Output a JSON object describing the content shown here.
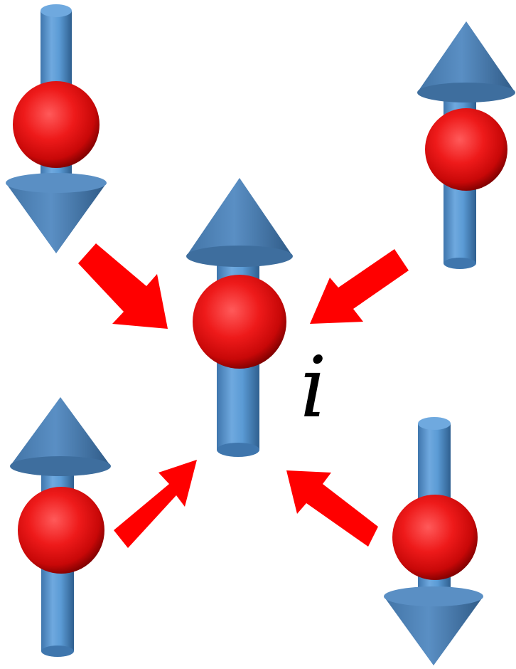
{
  "diagram": {
    "center_label": "i",
    "colors": {
      "arrow_body": "#5b9bd5",
      "arrow_body_dark": "#3a6f9e",
      "arrow_head": "#4a7fb3",
      "sphere": "#e8141c",
      "sphere_dark": "#8a0000",
      "interaction_arrow": "#ff0000"
    },
    "spins": [
      {
        "id": "top-left",
        "orientation": "down"
      },
      {
        "id": "top-right",
        "orientation": "up"
      },
      {
        "id": "center",
        "orientation": "up"
      },
      {
        "id": "bottom-left",
        "orientation": "up"
      },
      {
        "id": "bottom-right",
        "orientation": "down"
      }
    ],
    "interactions": [
      {
        "from": "top-left",
        "to": "center"
      },
      {
        "from": "top-right",
        "to": "center"
      },
      {
        "from": "bottom-left",
        "to": "center"
      },
      {
        "from": "bottom-right",
        "to": "center"
      }
    ]
  }
}
